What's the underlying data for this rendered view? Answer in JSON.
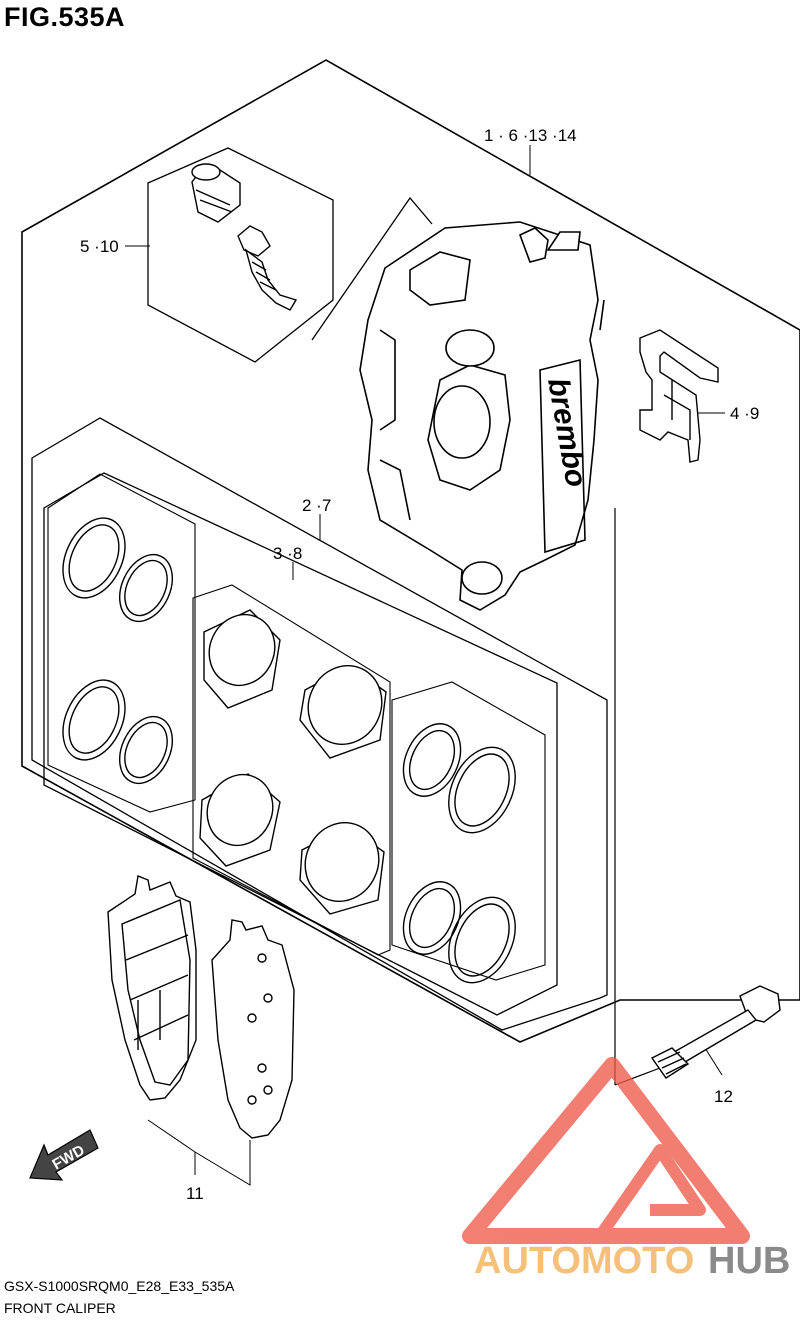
{
  "figure": {
    "title": "FIG.535A"
  },
  "callouts": [
    {
      "id": "p1",
      "text": "1 · 6 ·13 ·14"
    },
    {
      "id": "p5",
      "text": "5 ·10"
    },
    {
      "id": "p4",
      "text": "4 ·9"
    },
    {
      "id": "p2",
      "text": "2 ·7"
    },
    {
      "id": "p3",
      "text": "3 ·8"
    },
    {
      "id": "p12",
      "text": "12"
    },
    {
      "id": "p11",
      "text": "11"
    }
  ],
  "caliper": {
    "brand_text": "brembo"
  },
  "direction": {
    "text": "FWD"
  },
  "footer": {
    "model_code": "GSX-S1000SRQM0_E28_E33_535A",
    "section_name": "FRONT CALIPER"
  },
  "watermark": {
    "part1": "AUTOMOTO",
    "part2": "HUB",
    "colors": {
      "part1": "#f5c07a",
      "part2": "#8a8a8a",
      "logo": "#ef5a4a"
    }
  }
}
